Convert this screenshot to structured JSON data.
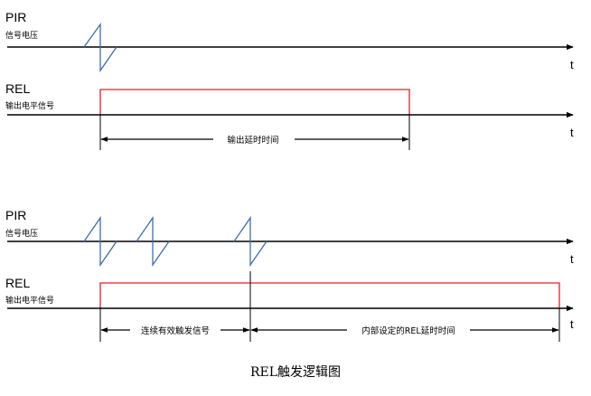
{
  "top": {
    "pir_label": "PIR",
    "pir_sub": "信号电压",
    "rel_label": "REL",
    "rel_sub": "输出电平信号",
    "axis_label_1": "t",
    "axis_label_2": "t",
    "span_label": "输出延时时间"
  },
  "bottom": {
    "pir_label": "PIR",
    "pir_sub": "信号电压",
    "rel_label": "REL",
    "rel_sub": "输出电平信号",
    "axis_label_1": "t",
    "axis_label_2": "t",
    "span_label_1": "连续有效触发信号",
    "span_label_2": "内部设定的REL延时时间"
  },
  "caption": "REL触发逻辑图",
  "colors": {
    "axis": "#000000",
    "pir_wave": "#3a6fb0",
    "rel_pulse": "#e0212b"
  }
}
